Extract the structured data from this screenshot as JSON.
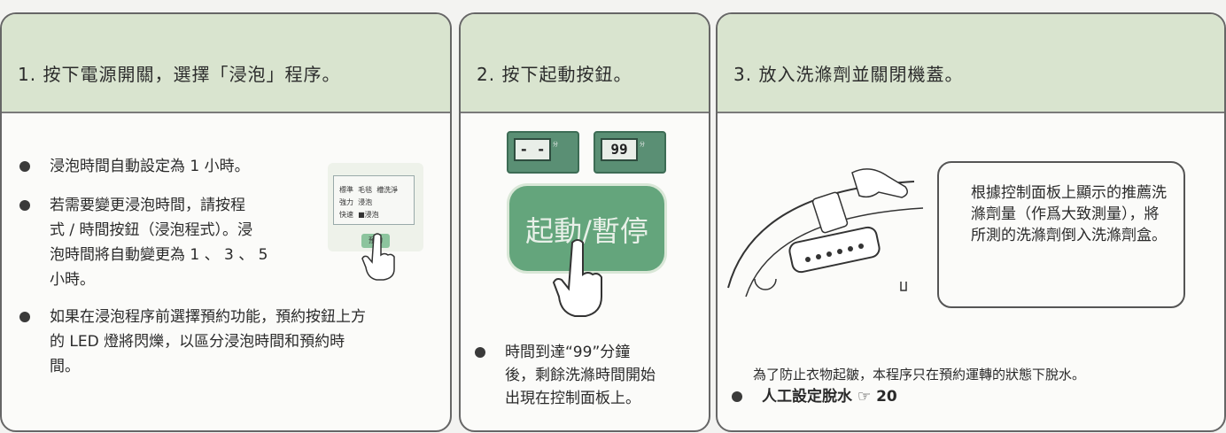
{
  "step1": {
    "header": "1. 按下電源開關，選擇「浸泡」程序。",
    "bullet1": "浸泡時間自動設定為 1 小時。",
    "bullet2_l1": "若需要變更浸泡時間，請按程",
    "bullet2_l2": "式 / 時間按鈕（浸泡程式）。浸",
    "bullet2_l3": "泡時間將自動變更為 1 、 3 、 5",
    "bullet2_l4": "小時。",
    "bullet3_l1": "如果在浸泡程序前選擇預約功能，預約按鈕上方",
    "bullet3_l2": "的 LED 燈將閃爍，以區分浸泡時間和預約時",
    "bullet3_l3": "間。",
    "panel": {
      "row1": [
        "標準",
        "毛毯",
        "槽洗淨"
      ],
      "row2": [
        "強力",
        "浸泡"
      ],
      "row3": [
        "快速",
        "■浸泡"
      ],
      "reserve_label": "預約"
    }
  },
  "step2": {
    "header": "2. 按下起動按鈕。",
    "display_left": "- -",
    "display_right": "99",
    "display_unit": "分",
    "button_label": "起動/暫停",
    "bullet_l1": "時間到達“99”分鐘",
    "bullet_l2": "後，剩餘洗滌時間開始",
    "bullet_l3": "出現在控制面板上。"
  },
  "step3": {
    "header": "3. 放入洗滌劑並關閉機蓋。",
    "bubble_text": "根據控制面板上顯示的推薦洗滌劑量（作爲大致測量），將所測的洗滌劑倒入洗滌劑盒。",
    "note": "為了防止衣物起皺，本程序只在預約運轉的狀態下脫水。",
    "bullet": "人工設定脫水 ☞ 20"
  }
}
